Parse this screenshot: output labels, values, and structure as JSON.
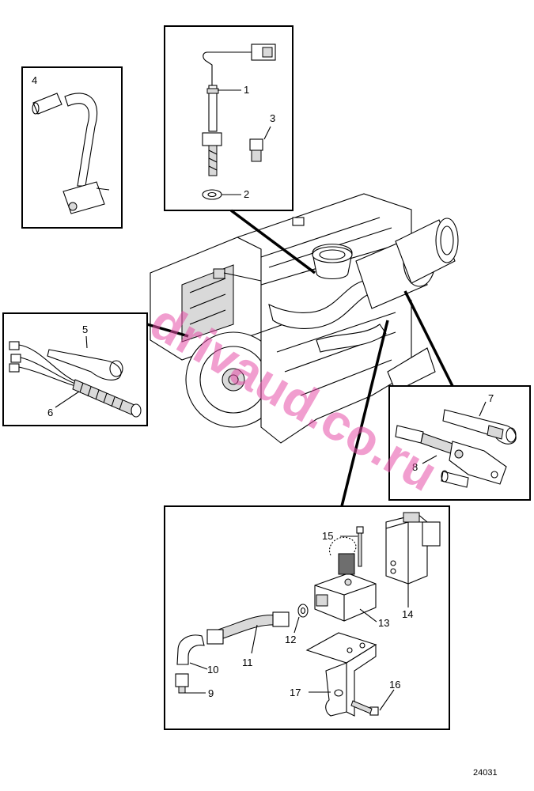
{
  "figure_number": "24031",
  "watermark": "drivaud.co.ru",
  "callouts": [
    {
      "id": "1",
      "text": "1"
    },
    {
      "id": "2",
      "text": "2"
    },
    {
      "id": "3",
      "text": "3"
    },
    {
      "id": "4",
      "text": "4"
    },
    {
      "id": "5",
      "text": "5"
    },
    {
      "id": "6",
      "text": "6"
    },
    {
      "id": "7",
      "text": "7"
    },
    {
      "id": "8",
      "text": "8"
    },
    {
      "id": "9",
      "text": "9"
    },
    {
      "id": "10",
      "text": "10"
    },
    {
      "id": "11",
      "text": "11"
    },
    {
      "id": "12",
      "text": "12"
    },
    {
      "id": "13",
      "text": "13"
    },
    {
      "id": "14",
      "text": "14"
    },
    {
      "id": "15",
      "text": "15"
    },
    {
      "id": "16",
      "text": "16"
    },
    {
      "id": "17",
      "text": "17"
    }
  ],
  "colors": {
    "watermark": "#e64fa8",
    "line": "#000000",
    "background": "#ffffff"
  }
}
